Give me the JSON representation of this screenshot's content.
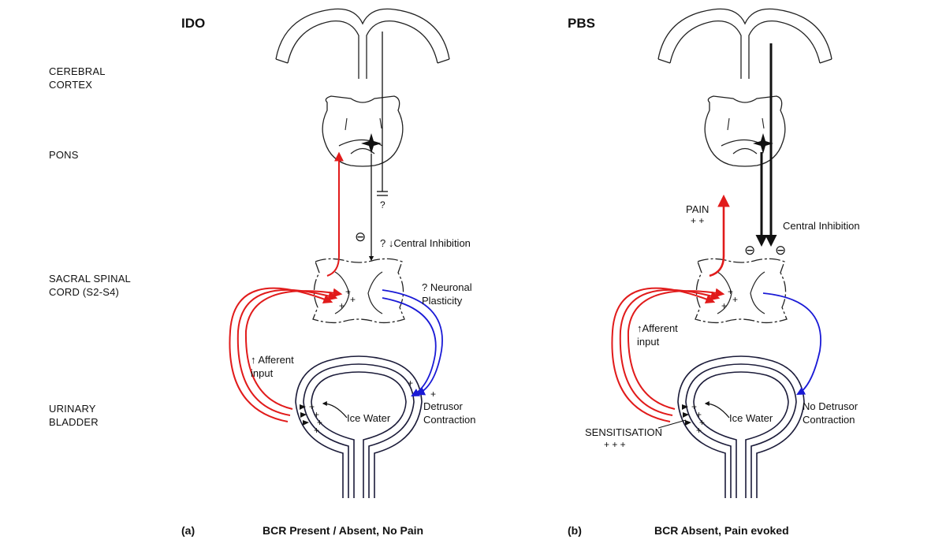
{
  "panels": [
    {
      "title": "IDO",
      "panel_letter": "(a)",
      "caption": "BCR Present / Absent,  No Pain",
      "labels": {
        "q_mark": "?",
        "central_inhibition": "? ↓Central Inhibition",
        "neuronal_plasticity": "? Neuronal\nPlasticity",
        "afferent_input": "↑ Afferent\n   input",
        "detrusor": "Detrusor\nContraction",
        "ice_water": "Ice Water"
      }
    },
    {
      "title": "PBS",
      "panel_letter": "(b)",
      "caption": "BCR Absent,  Pain evoked",
      "labels": {
        "pain": "PAIN",
        "pain_plus": "+ +",
        "central_inhibition": "Central Inhibition",
        "afferent_input": "↑Afferent\n  input",
        "detrusor": "No Detrusor\nContraction",
        "sensitisation": "SENSITISATION",
        "sensitisation_plus": "+ + +",
        "ice_water": "Ice Water"
      }
    }
  ],
  "levels": {
    "cortex": "CEREBRAL\nCORTEX",
    "pons": "PONS",
    "spinal": "SACRAL SPINAL\nCORD (S2-S4)",
    "bladder": "URINARY\nBLADDER"
  },
  "symbols": {
    "plus": "+",
    "minus": "⊖"
  },
  "colors": {
    "afferent": "#e11b1b",
    "efferent": "#1a1ad6",
    "bladder": "#1c1c3a",
    "outline": "#222222"
  }
}
